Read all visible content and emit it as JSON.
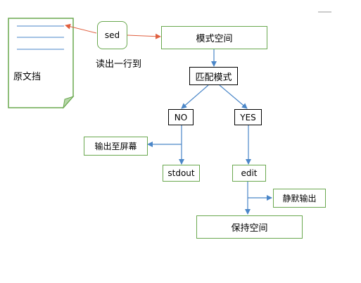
{
  "document": {
    "label": "原文挡"
  },
  "sed": {
    "label": "sed",
    "caption": "读出一行到"
  },
  "nodes": {
    "pattern_space": "模式空间",
    "match_pattern": "匹配模式",
    "no": "NO",
    "yes": "YES",
    "print_screen": "输出至屏幕",
    "stdout": "stdout",
    "edit": "edit",
    "silent_output": "静默输出",
    "hold_space": "保持空间"
  },
  "colors": {
    "arrow": "#4a86c8",
    "green_border": "#6aa84f",
    "doc_fill": "#b6d7a8",
    "doc_lines": "#4a86c8"
  }
}
